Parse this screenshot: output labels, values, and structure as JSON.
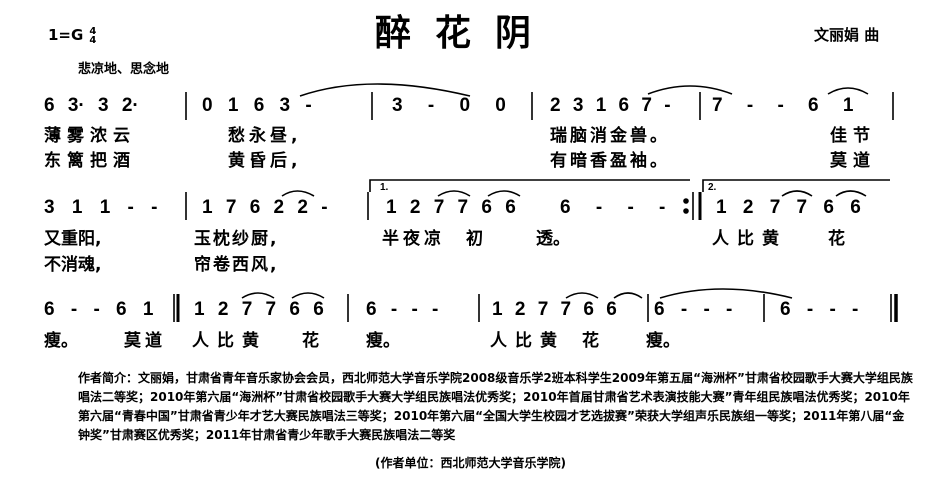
{
  "title": "醉花阴",
  "key": {
    "label": "1=G",
    "time_top": "4",
    "time_bottom": "4"
  },
  "composer": "文丽娟  曲",
  "tempo": "悲凉地、思念地",
  "row1": {
    "m1": "6 3· 3 2·",
    "m2": "0 1 6 3 -",
    "m3": "3 - 0 0",
    "m4": "2 3 1 6 7 -",
    "m5": "7 - - 6 1",
    "lyr1": [
      "薄雾浓云",
      "愁永昼,",
      "瑞脑消金兽。",
      "佳节"
    ],
    "lyr2": [
      "东篱把酒",
      "黄昏后,",
      "有暗香盈袖。",
      "莫道"
    ]
  },
  "row2": {
    "m1": "3 1 1 - -",
    "m2": "1 7 6 2 2 -",
    "volta1": "1.",
    "m3": "1 2 7 7 6 6",
    "m4": "6 - - -",
    "volta2": "2.",
    "m5": "1 2 7 7 6 6",
    "lyr1": [
      "又重阳,",
      "玉枕纱厨,",
      "半夜凉",
      "初",
      "透。",
      "人比黄",
      "花"
    ],
    "lyr2": [
      "不消魂,",
      "帘卷西风,"
    ]
  },
  "row3": {
    "m1": "6 - - 6 1",
    "m2": "1 2 7 7 6 6",
    "m3": "6 - - -",
    "m4": "1 2 7 7 6 6",
    "m5": "6 - - -",
    "m6": "6 - - -",
    "lyr": [
      "瘦。",
      "莫道",
      "人比黄",
      "花",
      "瘦。",
      "人比黄",
      "花",
      "瘦。"
    ]
  },
  "bio": "作者简介：文丽娟，甘肃省青年音乐家协会会员，西北师范大学音乐学院2008级音乐学2班本科学生2009年第五届“海洲杯”甘肃省校园歌手大赛大学组民族唱法二等奖；2010年第六届“海洲杯”甘肃省校园歌手大赛大学组民族唱法优秀奖；2010年首届甘肃省艺术表演技能大赛”青年组民族唱法优秀奖；2010年第六届“青春中国”甘肃省青少年才艺大赛民族唱法三等奖；2010年第六届“全国大学生校园才艺选拔赛”荣获大学组声乐民族组一等奖；2011年第八届“金钟奖”甘肃赛区优秀奖；2011年甘肃省青少年歌手大赛民族唱法二等奖",
  "unit": "(作者单位：西北师范大学音乐学院)"
}
